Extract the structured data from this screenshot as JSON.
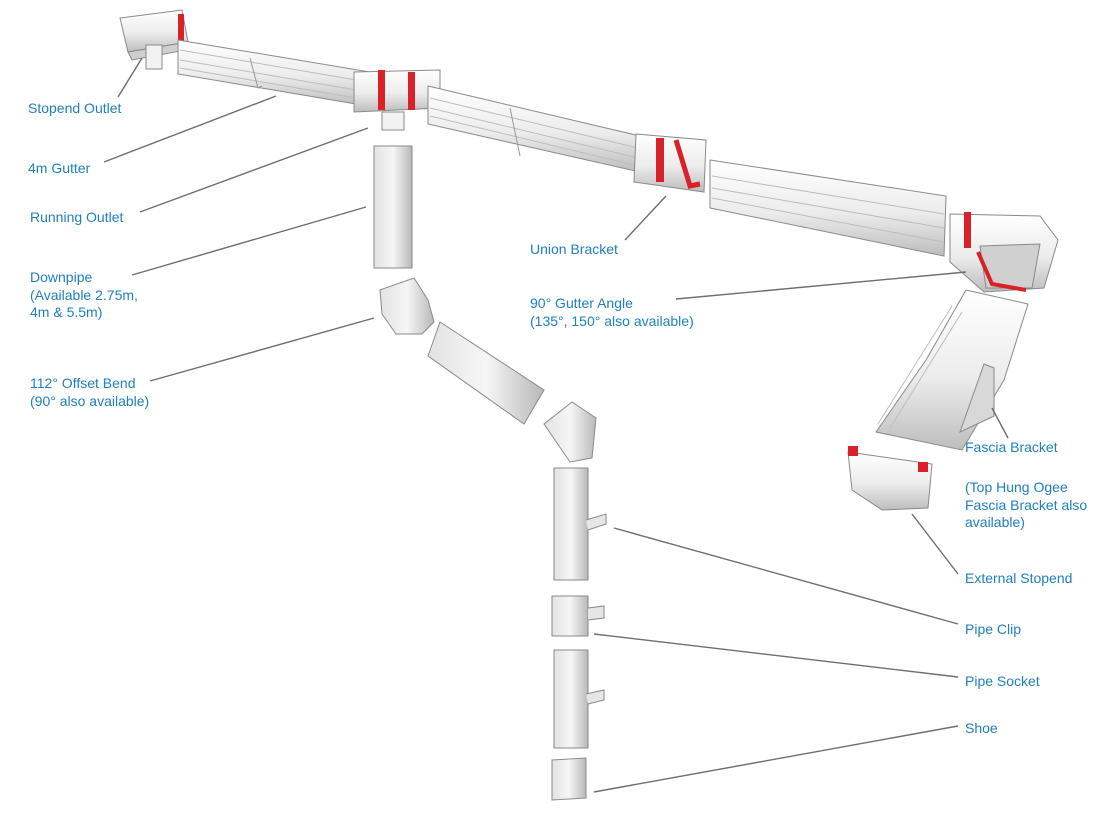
{
  "colors": {
    "label": "#1f7fc2",
    "leader_line": "#6e6e6e",
    "part_face": "#f4f4f4",
    "part_shade": "#c9c9c9",
    "part_edge": "#8a8a8a",
    "seal_red": "#d8222a"
  },
  "labels": {
    "stopend_outlet": [
      "Stopend Outlet"
    ],
    "gutter_4m": [
      "4m Gutter"
    ],
    "running_outlet": [
      "Running Outlet"
    ],
    "downpipe": [
      "Downpipe",
      "(Available 2.75m,",
      "4m & 5.5m)"
    ],
    "offset_bend": [
      "112° Offset Bend",
      "(90° also available)"
    ],
    "union_bracket": [
      "Union Bracket"
    ],
    "gutter_angle": [
      "90° Gutter Angle",
      "(135°, 150° also available)"
    ],
    "fascia_bracket": [
      "Fascia Bracket"
    ],
    "top_hung_note": [
      "(Top Hung Ogee",
      "Fascia Bracket also",
      "available)"
    ],
    "external_stopend": [
      "External Stopend"
    ],
    "pipe_clip": [
      "Pipe Clip"
    ],
    "pipe_socket": [
      "Pipe Socket"
    ],
    "shoe": [
      "Shoe"
    ]
  }
}
